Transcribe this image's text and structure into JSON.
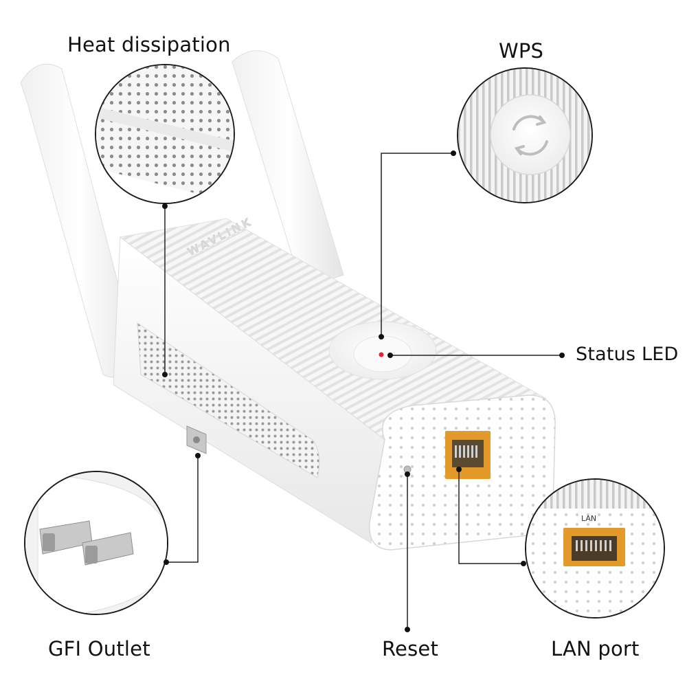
{
  "labels": {
    "heat_dissipation": "Heat dissipation",
    "wps": "WPS",
    "status_led": "Status LED",
    "gfi_outlet": "GFI Outlet",
    "reset": "Reset",
    "lan_port": "LAN port",
    "lan_small": "LAN"
  },
  "brand": {
    "logo": "WAVLINK"
  },
  "colors": {
    "ethernet_port": "#e39a2a",
    "status_led": "#e8203a",
    "callout_line": "#222222"
  }
}
